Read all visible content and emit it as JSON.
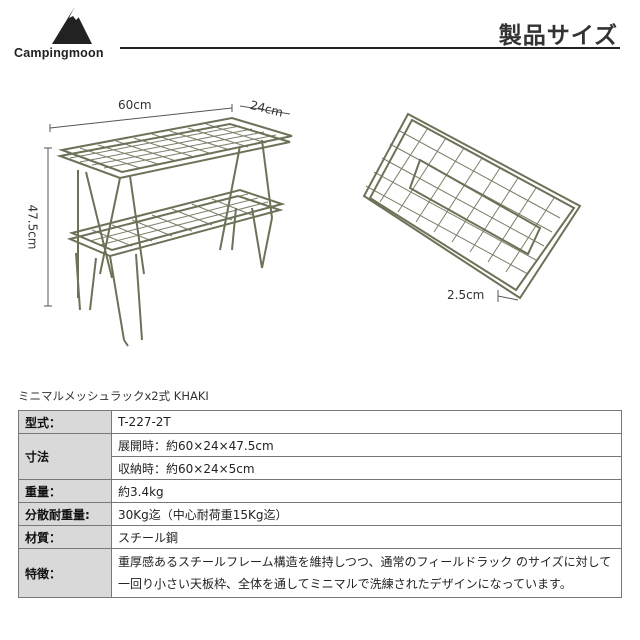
{
  "header": {
    "brand": "Campingmoon",
    "title": "製品サイズ"
  },
  "dimensions": {
    "width": "60cm",
    "depth": "24cm",
    "height": "47.5cm",
    "folded": "2.5cm"
  },
  "product_name": "ミニマルメッシュラックx2式 KHAKI",
  "specs": {
    "model_label": "型式：",
    "model_value": "T-227-2T",
    "size_label": "寸法",
    "size_open": "展開時：約60×24×47.5cm",
    "size_folded": "収納時：約60×24×5cm",
    "weight_label": "重量：",
    "weight_value": "約3.4kg",
    "load_label": "分散耐重量:",
    "load_value": "30Kg迄（中心耐荷重15Kg迄）",
    "material_label": "材質：",
    "material_value": "スチール鋼",
    "feature_label": "特徴：",
    "feature_value": "重厚感あるスチールフレーム構造を維持しつつ、通常のフィールドラック のサイズに対して一回り小さい天板枠、全体を通してミニマルで洗練されたデザインになっています。"
  },
  "colors": {
    "frame": "#6b7257",
    "header_cell": "#d9d9d9"
  }
}
